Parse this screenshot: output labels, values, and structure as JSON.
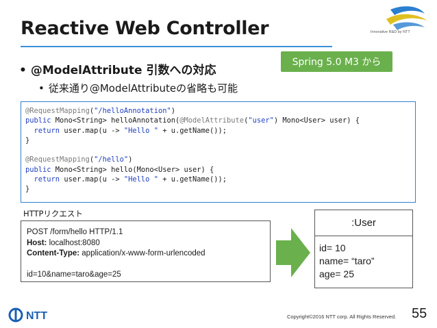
{
  "slide": {
    "title": "Reactive Web Controller",
    "logo_tagline": "Innovative R&D by NTT",
    "badge": "Spring 5.0 M3 から",
    "bullets": [
      {
        "marker": "•",
        "text": "@ModelAttribute 引数への対応"
      },
      {
        "marker": "•",
        "text": "従来通り@ModelAttributeの省略も可能"
      }
    ]
  },
  "code": {
    "annotation1": "@RequestMapping",
    "path1": "\"/helloAnnotation\"",
    "sig1_public": "public",
    "sig1_rest": " Mono<String> helloAnnotation(",
    "sig1_anno": "@ModelAttribute",
    "sig1_str": "\"user\"",
    "sig1_tail": ") Mono<User> user) {",
    "return_kw": "return",
    "return_expr_a": " user.map(u -> ",
    "return_str": "\"Hello \"",
    "return_expr_b": " + u.getName());",
    "close": "}",
    "annotation2": "@RequestMapping",
    "path2": "\"/hello\"",
    "sig2_public": "public",
    "sig2_rest": " Mono<String> hello(Mono<User> user) {"
  },
  "http": {
    "label": "HTTPリクエスト",
    "request_line": "POST /form/hello HTTP/1.1",
    "host_key": "Host:",
    "host_val": " localhost:8080",
    "ctype_key": "Content-Type:",
    "ctype_val": " application/x-www-form-urlencoded",
    "body": "id=10&name=taro&age=25"
  },
  "user": {
    "header": ":User",
    "fields": [
      "id= 10",
      "name= “taro”",
      "age= 25"
    ]
  },
  "footer": {
    "brand": "NTT",
    "copyright": "Copyright©2016  NTT corp. All Rights Reserved.",
    "page": "55"
  },
  "colors": {
    "accent_blue": "#3a8fd6",
    "badge_green": "#6ab04c",
    "arrow_green": "#6ab04c",
    "code_border": "#2f7fd0",
    "ntt_blue": "#1a5fb4"
  }
}
